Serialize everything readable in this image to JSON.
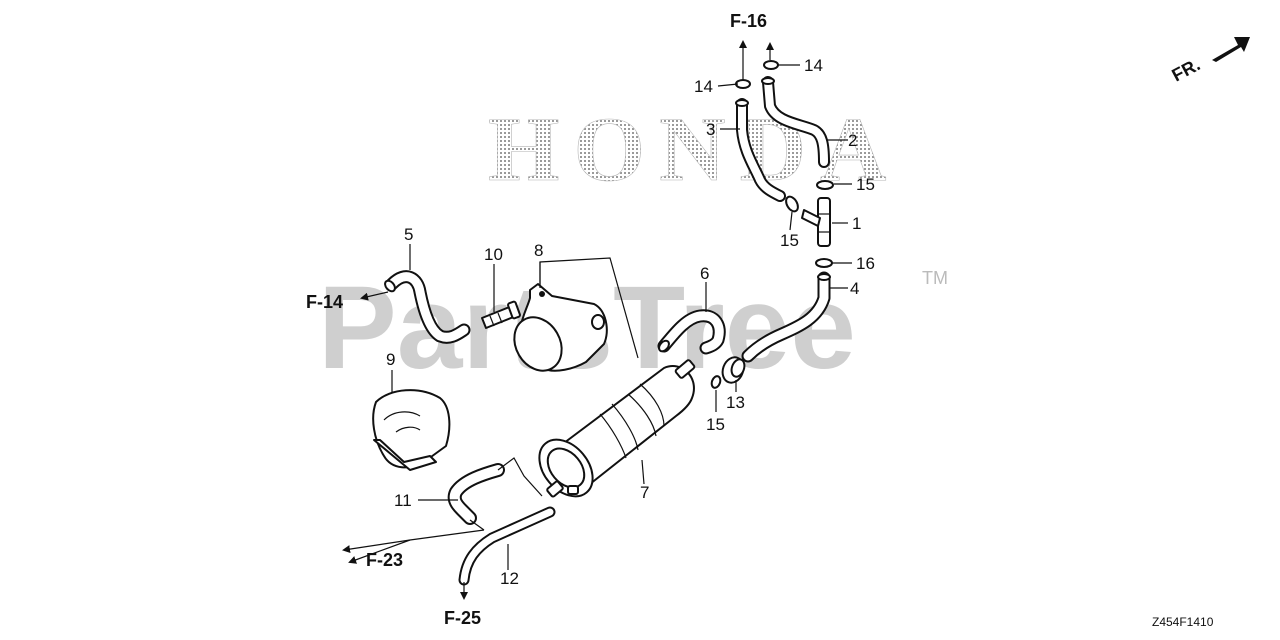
{
  "watermarks": {
    "brand": "HONDA",
    "site": "PartsTree",
    "trademark": "TM"
  },
  "orientation_label": "FR.",
  "diagram_code": "Z454F1410",
  "references": {
    "f16": "F-16",
    "f14": "F-14",
    "f23": "F-23",
    "f25": "F-25"
  },
  "callouts": {
    "c1": "1",
    "c2": "2",
    "c3": "3",
    "c4": "4",
    "c5": "5",
    "c6": "6",
    "c7": "7",
    "c8": "8",
    "c9": "9",
    "c10": "10",
    "c11": "11",
    "c12": "12",
    "c13": "13",
    "c14a": "14",
    "c14b": "14",
    "c15a": "15",
    "c15b": "15",
    "c15c": "15",
    "c16": "16"
  },
  "colors": {
    "line": "#111111",
    "watermark": "#cfcfcf",
    "background": "#ffffff"
  }
}
